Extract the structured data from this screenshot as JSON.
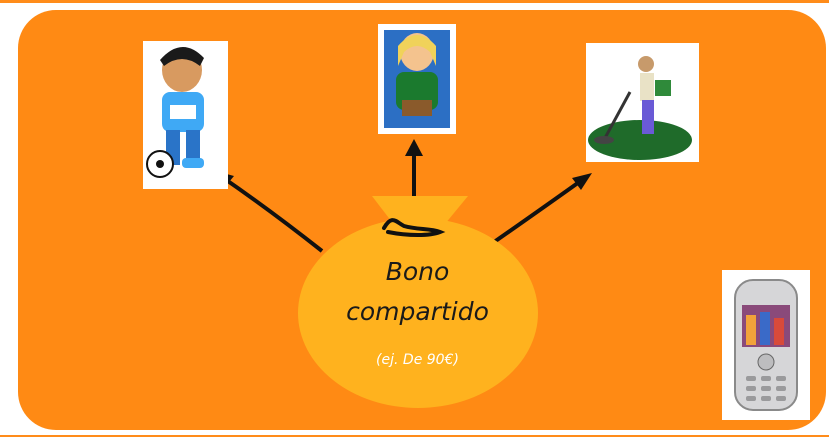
{
  "bag": {
    "line1": "Bono",
    "line2": "compartido",
    "note": "(ej. De 90€)"
  },
  "colors": {
    "panel": "#ff8a14",
    "bag": "#ffb21e",
    "arrow": "#111111",
    "card_bg": "#ffffff"
  },
  "icons": [
    "boy-with-ball-icon",
    "woman-with-book-icon",
    "gardener-icon",
    "mobile-phone-icon",
    "hand-signature-icon"
  ]
}
